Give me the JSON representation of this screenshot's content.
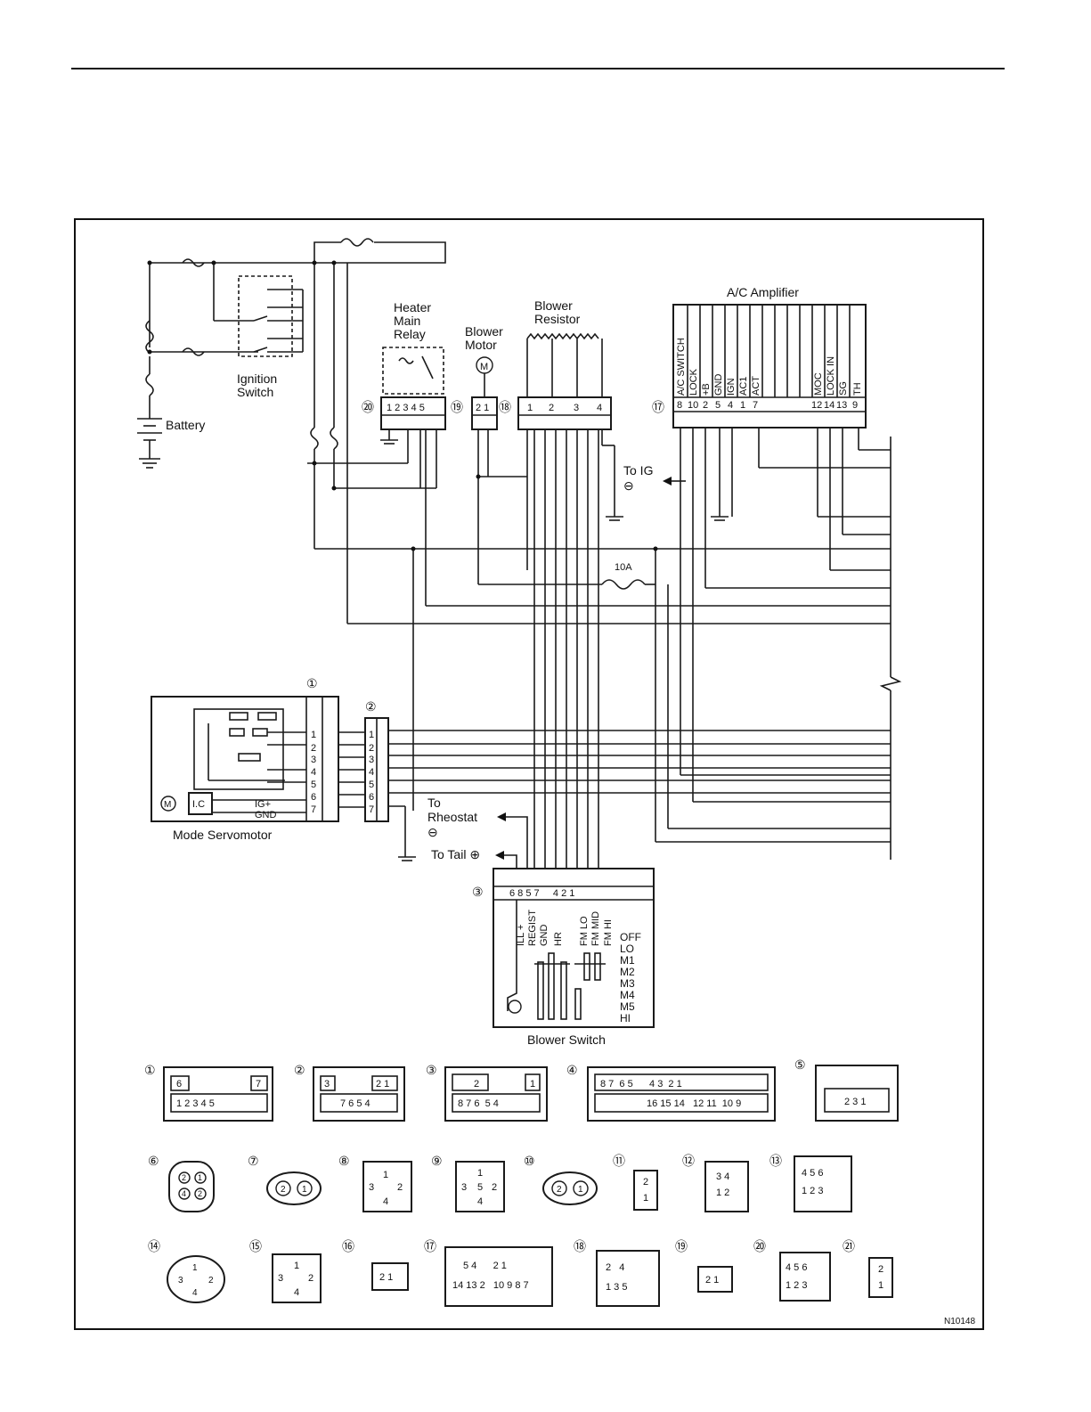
{
  "components": {
    "battery": "Battery",
    "ignition_switch": [
      "Ignition",
      "Switch"
    ],
    "heater_main_relay": [
      "Heater",
      "Main",
      "Relay"
    ],
    "blower_motor": [
      "Blower",
      "Motor"
    ],
    "blower_resistor": [
      "Blower",
      "Resistor"
    ],
    "ac_amplifier": "A/C Amplifier",
    "mode_servomotor": "Mode Servomotor",
    "blower_switch": "Blower Switch",
    "fuse_10a": "10A",
    "motor_symbol": "M",
    "ic_label": "I.C"
  },
  "callouts": {
    "c1": "①",
    "c2": "②",
    "c3": "③",
    "c4": "④",
    "c5": "⑤",
    "c6": "⑥",
    "c7": "⑦",
    "c8": "⑧",
    "c9": "⑨",
    "c10": "⑩",
    "c11": "⑪",
    "c12": "⑫",
    "c13": "⑬",
    "c14": "⑭",
    "c15": "⑮",
    "c16": "⑯",
    "c17": "⑰",
    "c18": "⑱",
    "c19": "⑲",
    "c20": "⑳",
    "c21": "㉑"
  },
  "destinations": {
    "to_ig": [
      "To IG",
      "⊖"
    ],
    "to_rheostat": [
      "To",
      "Rheostat",
      "⊖"
    ],
    "to_tail": "To Tail ⊕"
  },
  "pins": {
    "relay": "1 2 3 4 5",
    "motor": "2 1",
    "resistor": [
      "1",
      "2",
      "3",
      "4"
    ],
    "amp": [
      "8",
      "10",
      "2",
      "5",
      "4",
      "1",
      "7",
      "12",
      "14",
      "13",
      "9"
    ],
    "servo": [
      "1",
      "2",
      "3",
      "4",
      "5",
      "6",
      "7"
    ],
    "switch": "6 8 5 7     4 2 1"
  },
  "amp_terminals": [
    "A/C SWITCH",
    "LOCK",
    "+B",
    "GND",
    "IGN",
    "AC1",
    "ACT",
    "MOC",
    "LOCK IN",
    "SG",
    "TH"
  ],
  "servo_labels": {
    "ig_plus": "IG+",
    "gnd": "GND"
  },
  "switch_terminals": [
    "ILL +",
    "REGIST",
    "GND",
    "HR",
    "FM LO",
    "FM MID",
    "FM HI"
  ],
  "switch_positions": [
    "OFF",
    "LO",
    "M1",
    "M2",
    "M3",
    "M4",
    "M5",
    "HI"
  ],
  "connectors": {
    "c1": {
      "top": "6",
      "top_right": "7",
      "bottom": "1 2 3 4 5"
    },
    "c2": {
      "top_left": "3",
      "top_right": "2 1",
      "bottom": "7 6 5 4"
    },
    "c3": {
      "top": "2",
      "top_right": "1",
      "bottom": "8 7 6  5 4"
    },
    "c4": {
      "top": "8 7  6 5      4 3  2 1",
      "bottom": "16 15 14   12 11  10 9"
    },
    "c5": {
      "bottom": "2 3 1"
    },
    "c6": [
      "2",
      "1",
      "4",
      "2"
    ],
    "c7": [
      "2",
      "1"
    ],
    "c8": [
      "1",
      "3",
      "2",
      "4"
    ],
    "c9": [
      "1",
      "3",
      "5",
      "2",
      "4"
    ],
    "c10": [
      "2",
      "1"
    ],
    "c11": [
      "2",
      "1"
    ],
    "c12": [
      "3 4",
      "1 2"
    ],
    "c13": [
      "4 5 6",
      "1 2 3"
    ],
    "c14": [
      "1",
      "3",
      "2",
      "4"
    ],
    "c15": [
      "1",
      "3",
      "2",
      "4"
    ],
    "c16": [
      "2 1"
    ],
    "c17": {
      "top": "5 4      2 1",
      "bottom": "14 13 2   10 9 8 7"
    },
    "c18": {
      "top": "2   4",
      "bottom": "1 3 5"
    },
    "c19": [
      "2 1"
    ],
    "c20": [
      "4 5 6",
      "1 2 3"
    ],
    "c21": [
      "2",
      "1"
    ]
  },
  "figure_id": "N10148"
}
